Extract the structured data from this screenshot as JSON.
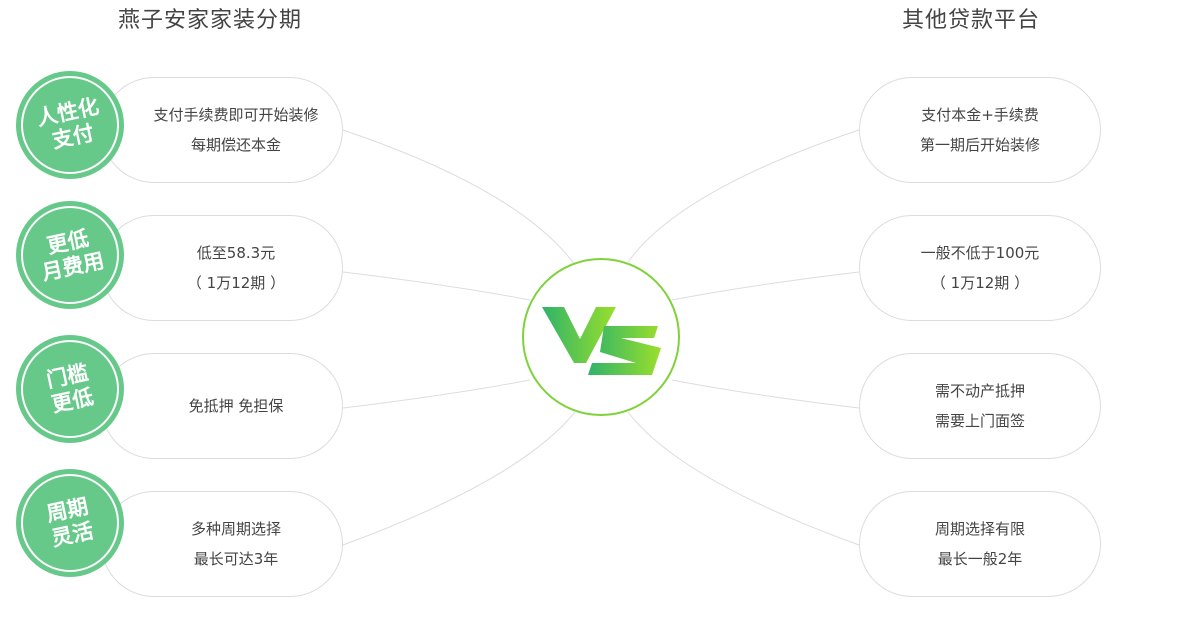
{
  "left_title": "燕子安家家装分期",
  "right_title": "其他贷款平台",
  "colors": {
    "badge": "#66c98a",
    "vs_accent": "#7fd23a"
  },
  "left_items": [
    {
      "badge": [
        "人性化",
        "支付"
      ],
      "lines": [
        "支付手续费即可开始装修",
        "每期偿还本金"
      ]
    },
    {
      "badge": [
        "更低",
        "月费用"
      ],
      "lines": [
        "低至58.3元",
        "（ 1万12期 ）"
      ]
    },
    {
      "badge": [
        "门槛",
        "更低"
      ],
      "lines": [
        "免抵押 免担保"
      ]
    },
    {
      "badge": [
        "周期",
        "灵活"
      ],
      "lines": [
        "多种周期选择",
        "最长可达3年"
      ]
    }
  ],
  "right_items": [
    {
      "lines": [
        "支付本金+手续费",
        "第一期后开始装修"
      ]
    },
    {
      "lines": [
        "一般不低于100元",
        "（ 1万12期 ）"
      ]
    },
    {
      "lines": [
        "需不动产抵押",
        "需要上门面签"
      ]
    },
    {
      "lines": [
        "周期选择有限",
        "最长一般2年"
      ]
    }
  ],
  "vs_icon": "vs-logo"
}
